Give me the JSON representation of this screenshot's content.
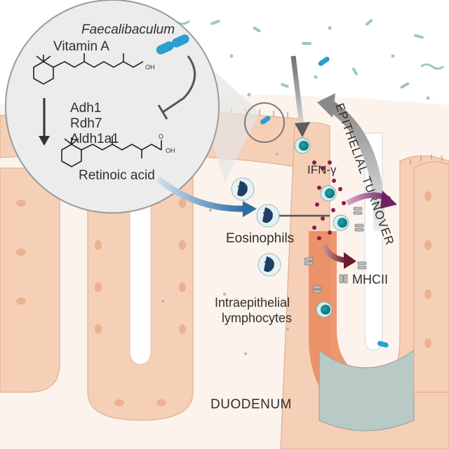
{
  "labels": {
    "bacterium": "Faecalibaculum",
    "vitamin_a": "Vitamin A",
    "enzyme_1": "Adh1",
    "enzyme_2": "Rdh7",
    "enzyme_3": "Aldh1a1",
    "retinoic_acid": "Retinoic acid",
    "hydroxyl_group": "OH",
    "acid_group": "OH",
    "acid_oxygen": "O",
    "ifn": "IFN-γ",
    "turnover": "EPITHELIAL TURNOVER",
    "eosinophils": "Eosinophils",
    "mhcii": "MHCII",
    "iel_line1": "Intraepithelial",
    "iel_line2": "lymphocytes",
    "region": "DUODENUM"
  },
  "colors": {
    "epithelium": "#f6cfb7",
    "epithelium_dark": "#e9875a",
    "stem_cells": "#b9c9c5",
    "lumen_background": "#ffffff",
    "bacteria": "#2a9fd0",
    "lymphocyte_nucleus": "#0e8a94",
    "ifn_dots": "#8c1c4c",
    "arrow_blue": "#2b6da6",
    "arrow_purple": "#6e2060",
    "arrow_maroon": "#6a1a2c",
    "arrow_grey": "#8e8e8e"
  },
  "icons": [
    "faecalibaculum-bacterium-icon",
    "eosinophil-cell-icon",
    "lymphocyte-cell-icon",
    "mhcii-receptor-icon",
    "ifn-gamma-dot-icon"
  ]
}
